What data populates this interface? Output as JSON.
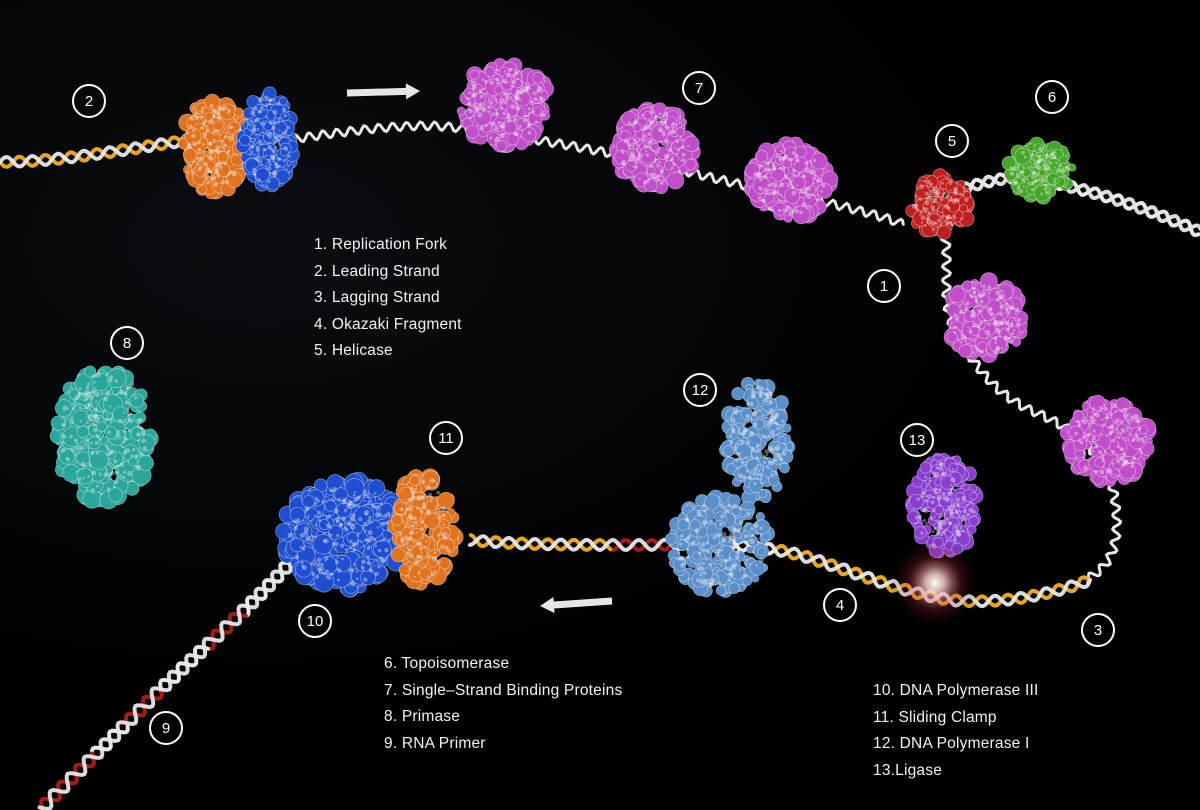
{
  "colors": {
    "background": "#000000",
    "dna_backbone": "#e8e8e8",
    "new_strand": "#e6a820",
    "rna_primer": "#a31c1c",
    "polymerase_iii": "#1f4fd0",
    "sliding_clamp": "#e0731f",
    "single_strand_binding_proteins": "#c04ec8",
    "helicase": "#c01f1f",
    "topoisomerase": "#45a62a",
    "primase": "#2aa69a",
    "polymerase_i": "#5a8fc9",
    "ligase": "#8a3fd0",
    "arrow": "#e6e6e6"
  },
  "callouts": [
    {
      "id": "1",
      "label": "1"
    },
    {
      "id": "2",
      "label": "2"
    },
    {
      "id": "3",
      "label": "3"
    },
    {
      "id": "4",
      "label": "4"
    },
    {
      "id": "5",
      "label": "5"
    },
    {
      "id": "6",
      "label": "6"
    },
    {
      "id": "7",
      "label": "7"
    },
    {
      "id": "8",
      "label": "8"
    },
    {
      "id": "9",
      "label": "9"
    },
    {
      "id": "10",
      "label": "10"
    },
    {
      "id": "11",
      "label": "11"
    },
    {
      "id": "12",
      "label": "12"
    },
    {
      "id": "13",
      "label": "13"
    }
  ],
  "legend_a": [
    "1. Replication Fork",
    "2. Leading Strand",
    "3. Lagging Strand",
    "4. Okazaki Fragment",
    "5. Helicase"
  ],
  "legend_b": [
    "6. Topoisomerase",
    "7. Single–Strand Binding Proteins",
    "8. Primase",
    "9. RNA Primer"
  ],
  "legend_c": [
    "10. DNA Polymerase III",
    "11. Sliding Clamp",
    "12. DNA Polymerase I",
    "13.Ligase"
  ],
  "arrows": [
    {
      "id": "top",
      "direction": "right"
    },
    {
      "id": "bottom",
      "direction": "left"
    }
  ]
}
